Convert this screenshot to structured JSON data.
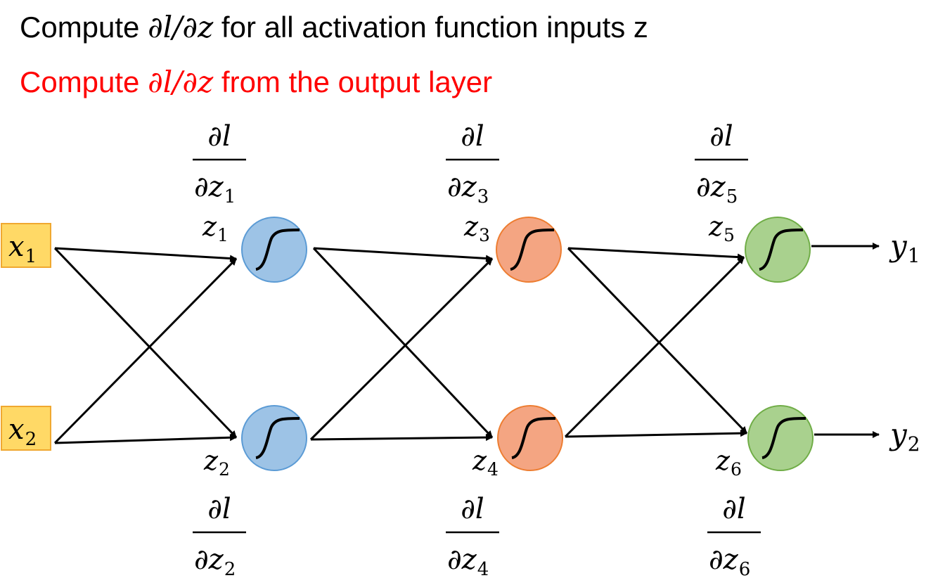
{
  "heading": {
    "line1": {
      "prefix": "Compute ",
      "math": "∂l/∂z",
      "suffix": " for all activation function inputs z"
    },
    "line2": {
      "prefix": "Compute ",
      "math": "∂l/∂z",
      "suffix": " from the output layer"
    }
  },
  "inputs": [
    {
      "var": "x",
      "sub": "1"
    },
    {
      "var": "x",
      "sub": "2"
    }
  ],
  "outputs": [
    {
      "var": "y",
      "sub": "1"
    },
    {
      "var": "y",
      "sub": "2"
    }
  ],
  "neurons": [
    {
      "label": "z",
      "sub": "1",
      "grad_num": "∂l",
      "grad_den": "∂z",
      "layer": "blue"
    },
    {
      "label": "z",
      "sub": "2",
      "grad_num": "∂l",
      "grad_den": "∂z",
      "layer": "blue"
    },
    {
      "label": "z",
      "sub": "3",
      "grad_num": "∂l",
      "grad_den": "∂z",
      "layer": "orange"
    },
    {
      "label": "z",
      "sub": "4",
      "grad_num": "∂l",
      "grad_den": "∂z",
      "layer": "orange"
    },
    {
      "label": "z",
      "sub": "5",
      "grad_num": "∂l",
      "grad_den": "∂z",
      "layer": "green"
    },
    {
      "label": "z",
      "sub": "6",
      "grad_num": "∂l",
      "grad_den": "∂z",
      "layer": "green"
    }
  ],
  "colors": {
    "heading_black": "#000000",
    "heading_red": "#ff0000",
    "input_fill": "#ffd966",
    "input_stroke": "#f0a830",
    "blue_fill": "#9dc3e6",
    "blue_stroke": "#5b9bd5",
    "orange_fill": "#f4a582",
    "orange_stroke": "#ed7d31",
    "green_fill": "#a9d18e",
    "green_stroke": "#70ad47"
  }
}
